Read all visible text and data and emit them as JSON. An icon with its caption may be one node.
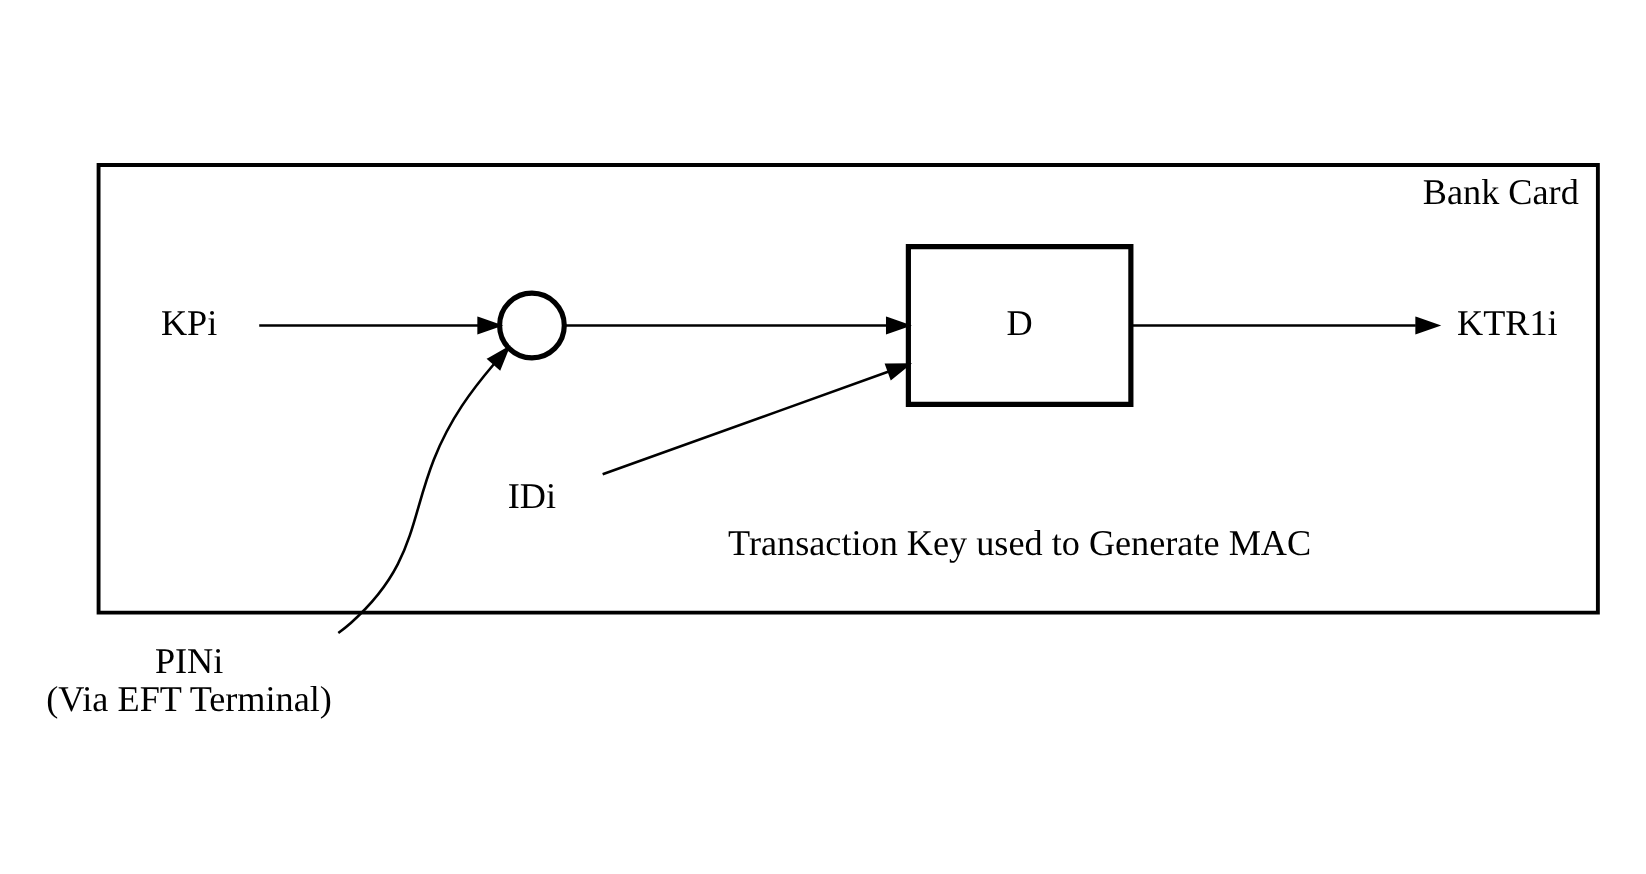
{
  "diagram": {
    "nodes": [
      {
        "text": [
          "Bank Card"
        ]
      },
      {
        "text": [
          "PINi",
          "(Via EFT Terminal)"
        ]
      },
      {
        "text": [
          "KPi"
        ],
        "in": 0
      },
      {
        "text": [
          "IDi"
        ],
        "in": 0
      },
      {
        "text": [],
        "shape": "circle",
        "in": 0
      },
      {
        "text": [
          "D"
        ],
        "in": 0
      },
      {
        "text": [
          "KTR1i"
        ],
        "in": 0
      }
    ],
    "edges": [
      {
        "from": 1,
        "to": 4,
        "arrow": "to"
      },
      {
        "from": 2,
        "to": 4,
        "arrow": "to"
      },
      {
        "from": 4,
        "to": 5,
        "arrow": "to"
      },
      {
        "from": 3,
        "to": 5,
        "arrow": "to"
      },
      {
        "from": 5,
        "to": 6,
        "arrow": "to"
      }
    ],
    "labels": [
      "Transaction Key used to Generate MAC"
    ]
  }
}
